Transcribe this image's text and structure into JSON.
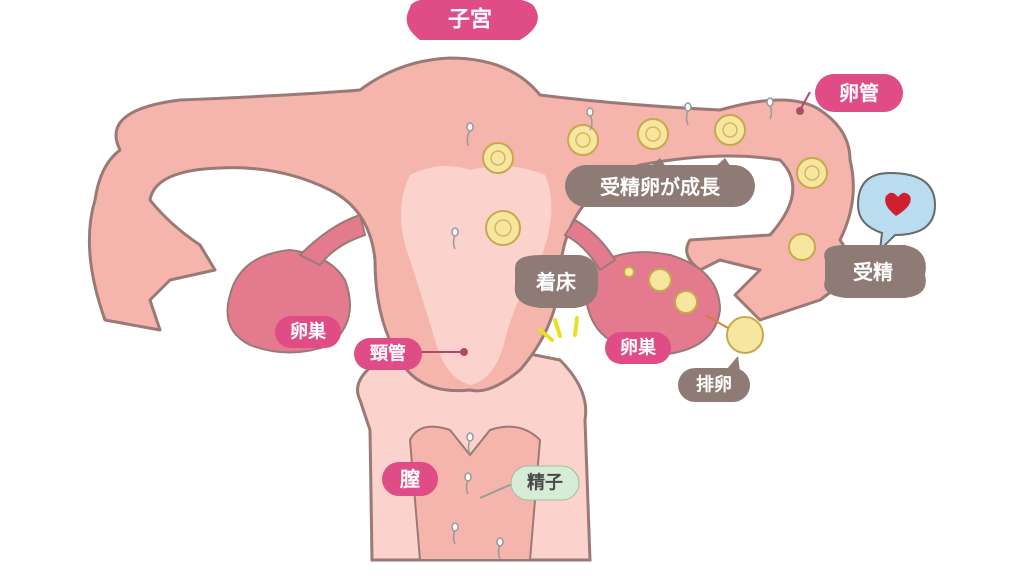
{
  "labels": {
    "uterus": "子宮",
    "fallopian_tube": "卵管",
    "fertilized_egg_growth": "受精卵が成長",
    "fertilization": "受精",
    "implantation": "着床",
    "ovary_left": "卵巣",
    "ovary_right": "卵巣",
    "cervix": "頸管",
    "ovulation": "排卵",
    "vagina": "膣",
    "sperm": "精子"
  },
  "colors": {
    "tissue": "#f5b5ad",
    "tissue_light": "#fbd3cc",
    "outline": "#9a7a76",
    "ovary": "#e47a8e",
    "pink_label": "#e04c86",
    "brown_label": "#8f7b76",
    "green_label": "#d6ecd6",
    "egg": "#f6e6a0",
    "heart": "#d0202f",
    "heart_bubble": "#b9dcee"
  },
  "icons": [
    "heart-icon",
    "sperm-icon",
    "egg-cell-icon",
    "embryo-icon"
  ]
}
